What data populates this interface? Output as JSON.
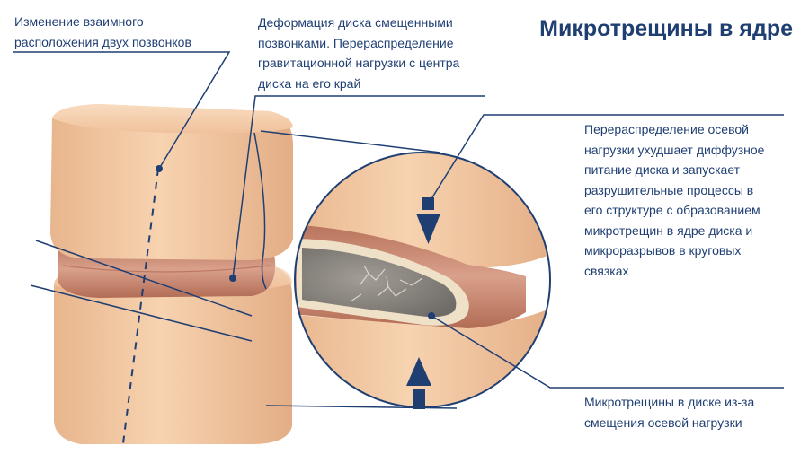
{
  "title": "Микротрещины в ядре",
  "annotations": {
    "vertebra_shift": "Изменение взаимного\nрасположения двух позвонков",
    "disc_deformation": "Деформация диска  смещенными\nпозвонками. Перераспределение\nгравитационной нагрузки с центра\nдиска на его край",
    "axial_load": "Перераспределение осевой\nнагрузки ухудшает диффузное\nпитание диска и запускает\nразрушительные процессы в\nего структуре с образованием\nмикротрещин в ядре диска и\nмикроразрывов в круговых\nсвязках",
    "microcracks": "Микротрещины в диске из-за\nсмещения осевой нагрузки"
  },
  "colors": {
    "accent": "#1f3f73",
    "bone": "#f2c7a0",
    "disc": "#c98a70",
    "nucleus": "#8e8a84"
  }
}
